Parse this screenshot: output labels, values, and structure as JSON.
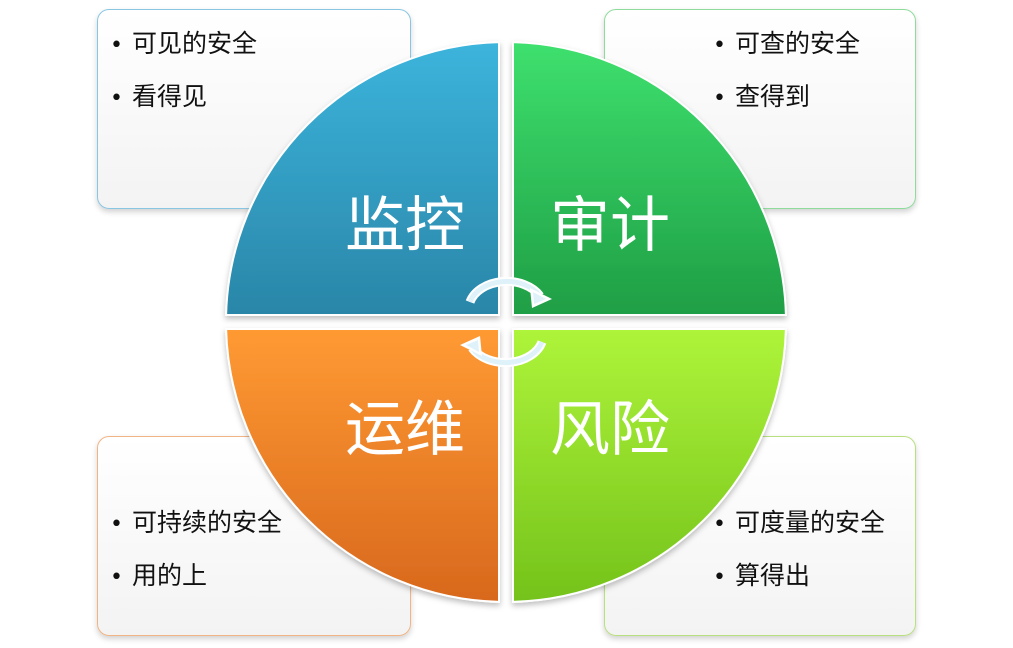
{
  "quadrants": {
    "monitor": {
      "label": "监控",
      "color_top": "#3cb4dc",
      "color_bottom": "#2a86a8"
    },
    "audit": {
      "label": "审计",
      "color_top": "#3ee06e",
      "color_bottom": "#1f9e45"
    },
    "ops": {
      "label": "运维",
      "color_top": "#ff9a33",
      "color_bottom": "#d8681d"
    },
    "risk": {
      "label": "风险",
      "color_top": "#aef43a",
      "color_bottom": "#74c21b"
    }
  },
  "cards": {
    "top_left": {
      "items": [
        "可见的安全",
        "看得见"
      ]
    },
    "top_right": {
      "items": [
        "可查的安全",
        "查得到"
      ]
    },
    "bottom_left": {
      "items": [
        "可持续的安全",
        "用的上"
      ]
    },
    "bottom_right": {
      "items": [
        "可度量的安全",
        "算得出"
      ]
    }
  },
  "icons": {
    "cycle": "cycle-arrows-icon"
  }
}
